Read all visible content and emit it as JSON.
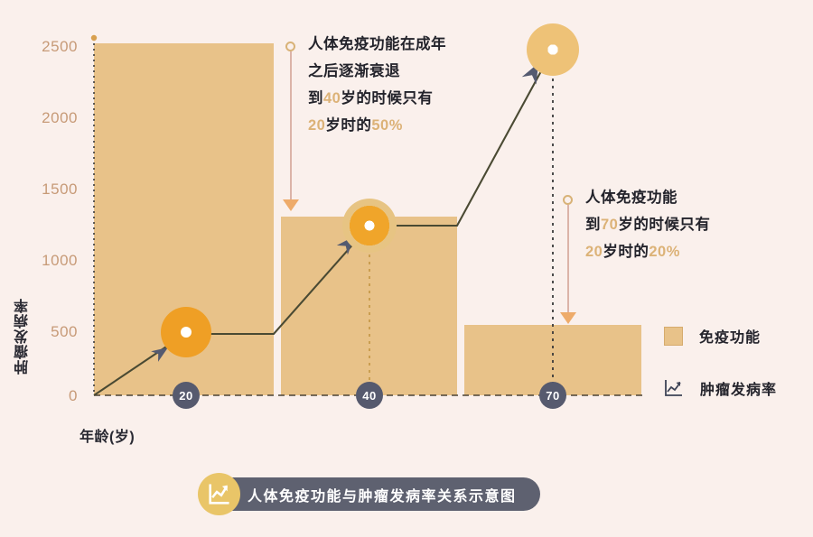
{
  "chart_data": {
    "type": "bar",
    "title": "人体免疫功能与肿瘤发病率关系示意图",
    "xlabel": "年龄(岁)",
    "ylabel": "肿瘤发病率",
    "categories": [
      "20",
      "40",
      "70"
    ],
    "ylim": [
      0,
      2500
    ],
    "yticks": [
      "0",
      "500",
      "1000",
      "1500",
      "2000",
      "2500"
    ],
    "grid": false,
    "legend_position": "right",
    "series": [
      {
        "name": "免疫功能",
        "type": "bar",
        "values": [
          2500,
          1270,
          500
        ],
        "color": "#e8c289"
      },
      {
        "name": "肿瘤发病率",
        "type": "line",
        "values": [
          450,
          1270,
          2500
        ],
        "color": "#3d4356"
      }
    ],
    "annotations": [
      {
        "id": "annotation-40",
        "lines": [
          {
            "segments": [
              {
                "text": "人体免疫功能在成年",
                "highlight": false
              }
            ]
          },
          {
            "segments": [
              {
                "text": "之后逐渐衰退",
                "highlight": false
              }
            ]
          },
          {
            "segments": [
              {
                "text": "到",
                "highlight": false
              },
              {
                "text": "40",
                "highlight": true
              },
              {
                "text": "岁的时候只有",
                "highlight": false
              }
            ]
          },
          {
            "segments": [
              {
                "text": "20",
                "highlight": true
              },
              {
                "text": "岁时的",
                "highlight": false
              },
              {
                "text": "50%",
                "highlight": true
              }
            ]
          }
        ],
        "points_to": "40"
      },
      {
        "id": "annotation-70",
        "lines": [
          {
            "segments": [
              {
                "text": "人体免疫功能",
                "highlight": false
              }
            ]
          },
          {
            "segments": [
              {
                "text": "到",
                "highlight": false
              },
              {
                "text": "70",
                "highlight": true
              },
              {
                "text": "岁的时候只有",
                "highlight": false
              }
            ]
          },
          {
            "segments": [
              {
                "text": "20",
                "highlight": true
              },
              {
                "text": "岁时的",
                "highlight": false
              },
              {
                "text": "20%",
                "highlight": true
              }
            ]
          }
        ],
        "points_to": "70"
      }
    ]
  },
  "axis": {
    "y_title": "肿瘤发病率",
    "x_title": "年龄(岁)",
    "y_ticks": [
      "2500",
      "2000",
      "1500",
      "1000",
      "500",
      "0"
    ]
  },
  "age_badges": [
    {
      "label": "20"
    },
    {
      "label": "40"
    },
    {
      "label": "70"
    }
  ],
  "legend": {
    "items": [
      {
        "label": "免疫功能",
        "icon": "square-swatch-icon",
        "color": "#e8c289"
      },
      {
        "label": "肿瘤发病率",
        "icon": "line-chart-icon",
        "color": "#3d4356"
      }
    ]
  },
  "footer": {
    "title": "人体免疫功能与肿瘤发病率关系示意图",
    "icon": "line-chart-icon"
  },
  "colors": {
    "background": "#faf0ec",
    "bar": "#e8c289",
    "line": "#3d4356",
    "accent_gold": "#dcb277",
    "marker_orange": "#efa52b",
    "badge_navy": "#565a6e",
    "tick_text": "#c79a77"
  }
}
